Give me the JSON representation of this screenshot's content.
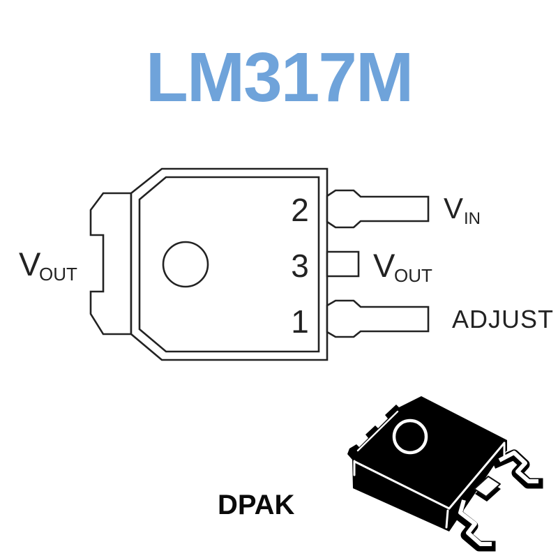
{
  "title": "LM317M",
  "colors": {
    "accent_blue": "#6FA3DA",
    "line": "#222222",
    "package_black": "#000000",
    "background": "#FFFFFF"
  },
  "pinout": {
    "pins": [
      {
        "number": "2",
        "label": "V",
        "sub": "IN"
      },
      {
        "number": "3",
        "label": "V",
        "sub": "OUT"
      },
      {
        "number": "1",
        "label": "ADJUST"
      }
    ],
    "tab": {
      "label": "V",
      "sub": "OUT"
    }
  },
  "package_label": "DPAK"
}
